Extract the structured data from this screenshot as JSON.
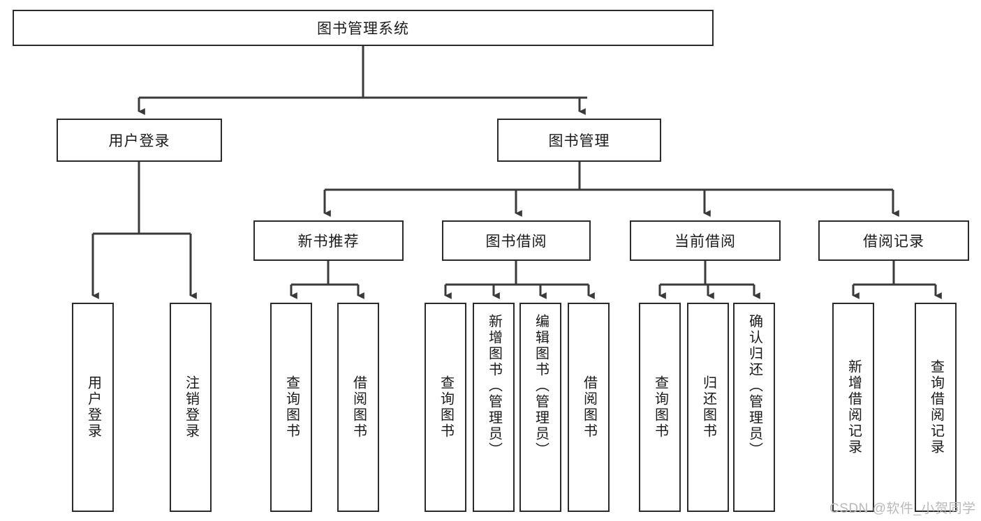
{
  "diagram": {
    "type": "hierarchy-tree",
    "title": "图书管理系统",
    "watermark": "CSDN @软件_小贺同学",
    "colors": {
      "box_border": "#2b2b2b",
      "box_fill": "#ffffff",
      "connector": "#3a3a3a",
      "text": "#1a1a1a",
      "watermark": "#b9b9b9"
    },
    "root": {
      "label": "图书管理系统"
    },
    "level2": [
      {
        "label": "用户登录"
      },
      {
        "label": "图书管理"
      }
    ],
    "level3": [
      {
        "label": "新书推荐"
      },
      {
        "label": "图书借阅"
      },
      {
        "label": "当前借阅"
      },
      {
        "label": "借阅记录"
      }
    ],
    "leaves": {
      "user_login": [
        {
          "label": "用户登录"
        },
        {
          "label": "注销登录"
        }
      ],
      "new_book": [
        {
          "label": "查询图书"
        },
        {
          "label": "借阅图书"
        }
      ],
      "book_borrow": [
        {
          "label": "查询图书"
        },
        {
          "label": "新增图书（管理员）"
        },
        {
          "label": "编辑图书（管理员）"
        },
        {
          "label": "借阅图书"
        }
      ],
      "current_borrow": [
        {
          "label": "查询图书"
        },
        {
          "label": "归还图书"
        },
        {
          "label": "确认归还（管理员）"
        }
      ],
      "borrow_record": [
        {
          "label": "新增借阅记录"
        },
        {
          "label": "查询借阅记录"
        }
      ]
    }
  }
}
